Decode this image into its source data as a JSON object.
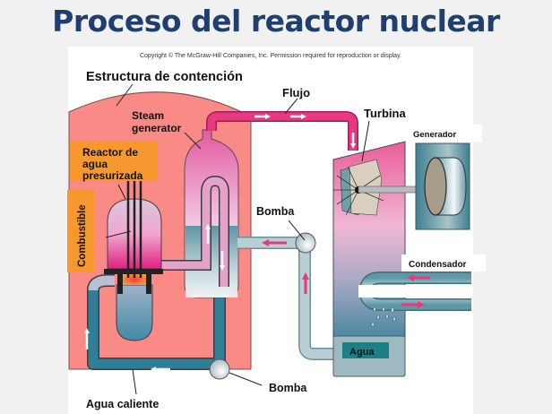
{
  "title": "Proceso del reactor nuclear",
  "copyright": "Copyright © The McGraw-Hill Companies, Inc. Permission required for reproduction or display.",
  "labels": {
    "containment": "Estructura de contención",
    "steam_gen_line1": "Steam",
    "steam_gen_line2": "generator",
    "flow": "Flujo",
    "turbine": "Turbina",
    "generator": "Generador",
    "reactor_line1": "Reactor de",
    "reactor_line2": "agua",
    "reactor_line3": "presurizada",
    "fuel": "Combustible",
    "pump_top": "Bomba",
    "pump_bottom": "Bomba",
    "condenser": "Condensador",
    "water": "Agua",
    "hot_water": "Agua caliente"
  },
  "colors": {
    "title": "#1f3f6e",
    "containment": "#f98a86",
    "steam_pink": "#e8387f",
    "water_teal": "#2e7f96",
    "label_orange": "#f7982f",
    "pipe_gray": "#b9bfd2"
  }
}
